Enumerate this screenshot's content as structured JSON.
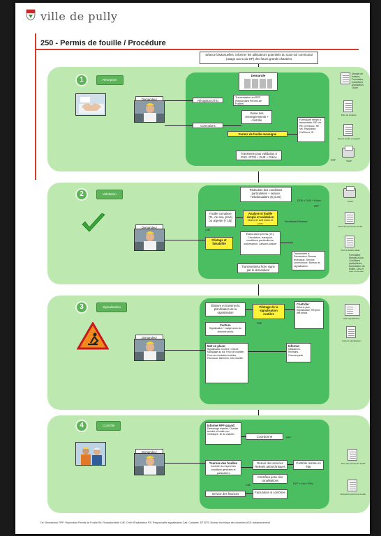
{
  "header": {
    "logo_text": "ville de pully",
    "title": "250 - Permis de fouille / Procédure"
  },
  "top_note": "Séance bisannuelles: Informer les utilisateurs potentiels du sous-sol communal (usage accru du DP) des futurs grands chantiers",
  "steps": {
    "s1": {
      "number": "1",
      "tag": "Réception",
      "demandeur": "Demandeur",
      "demande": "Demande",
      "reception": "Réception DTSI",
      "transmission": "Transmission au RPF (Répondant Permis de Fouille)",
      "saisie": "Saisie des renseignements + contrôle",
      "corrections": "Corrections",
      "renseigne": "Permis de fouille renseigné",
      "formulaire": "Formulaire rempli à transmettre: RE Ver, RE Gémeaux, RE Vel, Ristorante, Ch/Direct, SI",
      "transmete": "Transmete pour validation à PUS / DTSI + DUE + Police",
      "docs": [
        "Plan de situation",
        "Permis fouille enregistré",
        "SIGIP"
      ],
      "doc_list": "Mandat de mesure, Formulaire, Conditions d'utilisation, Guide"
    },
    "s2": {
      "number": "2",
      "tag": "Validation",
      "demandeur": "Demandeur",
      "redaction": "Rédaction des conditions particulières + séance hebdomadaire (5 jours)",
      "dtsi": "DTSI + DUE + Police",
      "fouille": "Fouille complexe (TL, rte ana, privé) ou urgente (< 10j)",
      "analyse": "Analyse si fouille simple et validation",
      "analyse_sub": "Séance de suivi toutes 10 jours",
      "secretariat": "Secrétariat Réseaux",
      "elaboration": "Élaboration permis (TL): Circulation, transport, conditions particulières, autorisation, Laissez-passer",
      "pilotage": "Pilotage et faisabilité",
      "transmettre": "Transmettre à: Demandeur, Bureau technique, Service communaux, Bureau de signalisation",
      "transmettrelui": "Transmettrelui fiche signe par le demandeur",
      "docs": [
        "SIGIP",
        "Suivi des permis de fouille",
        "Permis fouille validé"
      ],
      "doc_list": "Formulaire, Mandat à jour, Conditions particulières, Autorisation de fouille, Lieu et plan de fouille"
    },
    "s3": {
      "number": "3",
      "tag": "Signalisation",
      "demandeur": "Demandeur",
      "elabore": "Élabore et transmet la planification de la signalisation",
      "pilotage": "Pilotage de la signalisation routière",
      "controle": "Contrôle:",
      "controle_list": "Délai et plan, Signalisation, Respect des délais",
      "facture": "Facture",
      "facture_sub": "Signalisation + usage accru du domaine public",
      "miseenplace": "Met en place:",
      "miseenplace_list": "Signalisation routière, Clôture, Marquage au sol, Feux de chantier, Feux de circulation mobiles, Panneaux, Barrières, Info chantier",
      "informe": "Informe:",
      "informe_list": "Utilisateurs, Riverains, Commerçants",
      "docs": [
        "Plan signalisation",
        "Facture signalisation"
      ]
    },
    "s4": {
      "number": "4",
      "tag": "Contrôle",
      "demandeur": "Demandeur",
      "informe_rpf": "Informe RPF quand:",
      "informe_rpf_list": "Démarrage chantier, Chantier terminé et fouille non remblayée, fin du chantier",
      "coordonne": "Coordonne",
      "tournee": "Tournée des fouilles",
      "tournee_sub": "Contrôle du respect des conditions générales et particulières",
      "releve": "Relevé des services Relevés géotechniques",
      "controle_remise": "Contrôle remise en état",
      "controle_pose": "Contrôles pose des canalisations",
      "eau_elec": "DCF + Eau + Élec",
      "service_finances": "Service des finances",
      "facturation": "Facturation si conforme",
      "docs": [
        "Suivi des permis de fouille",
        "Réception permis de fouille"
      ]
    }
  },
  "roles": [
    "RPF",
    "CdE",
    "SSE"
  ],
  "footer": "De: Demandeur   RPF: Répondant Permis de Fouille   Rs: Réceptionniste   CdE: Chef d'Exploitation   RS: Responsable signalisation   Cad: Cadastre, DT   BTS: Bureau technique des chantiers   ASS: assainissement"
}
